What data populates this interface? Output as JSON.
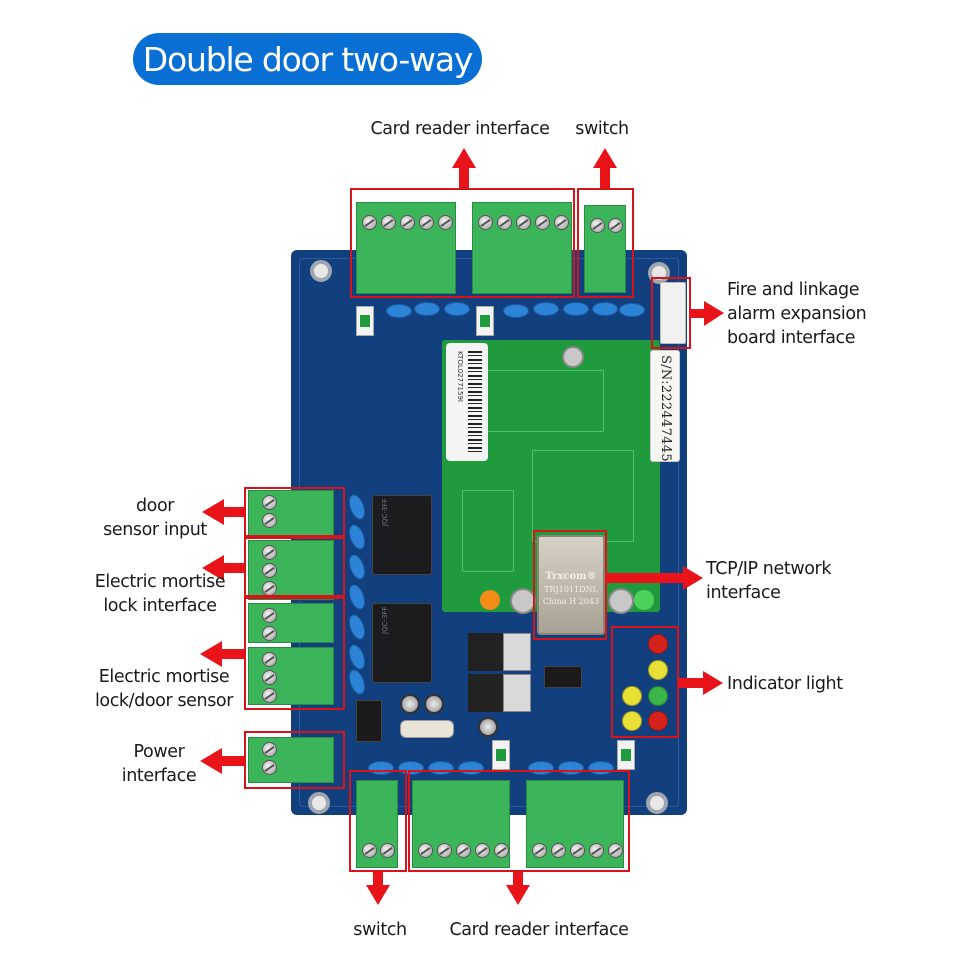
{
  "title": "Double door two-way",
  "labels": {
    "top_card_reader": "Card reader interface",
    "top_switch": "switch",
    "fire_linkage": [
      "Fire and linkage",
      "alarm expansion",
      "board interface"
    ],
    "door_sensor": [
      "door",
      "sensor input"
    ],
    "mortise_lock": [
      "Electric mortise",
      "lock interface"
    ],
    "mortise_lock_sensor": [
      "Electric mortise",
      "lock/door sensor"
    ],
    "power": [
      "Power",
      "interface"
    ],
    "tcpip": [
      "TCP/IP network",
      "interface"
    ],
    "indicator": "Indicator light",
    "bottom_switch": "switch",
    "bottom_card_reader": "Card reader interface"
  },
  "board": {
    "serial_label": "S/N:222447445",
    "barcode_text": "KTOL0277159I",
    "rj45_brand": "Trxcom®",
    "rj45_model": "TRJ1011DNL",
    "rj45_origin": "China H 2043",
    "relay_text": "JQC-3FF",
    "indicator_leds": [
      "red",
      "yellow",
      "yellow",
      "green",
      "yellow",
      "red"
    ]
  },
  "colors": {
    "accent_blue": "#0a6fd4",
    "highlight_red": "#d8141b",
    "pcb_blue": "#12407f",
    "pcb_green": "#1f9a3c",
    "terminal_green": "#3cb55a",
    "led_red": "#d5221c",
    "led_yellow": "#e8e036",
    "led_green": "#39b54a"
  }
}
